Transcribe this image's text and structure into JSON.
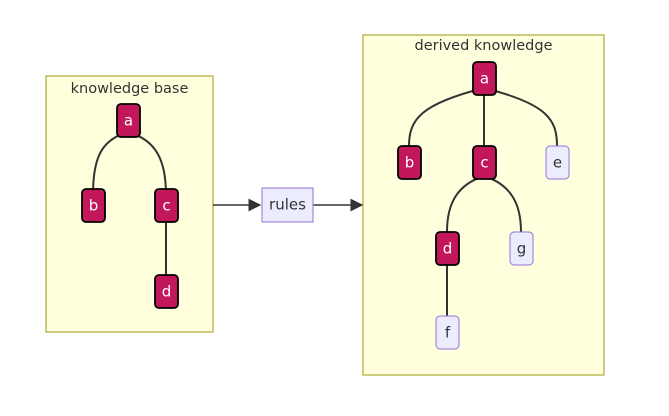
{
  "clusters": {
    "knowledge_base": {
      "title": "knowledge base"
    },
    "derived_knowledge": {
      "title": "derived knowledge"
    }
  },
  "nodes": {
    "kb_a": "a",
    "kb_b": "b",
    "kb_c": "c",
    "kb_d": "d",
    "rules": "rules",
    "dk_a": "a",
    "dk_b": "b",
    "dk_c": "c",
    "dk_d": "d",
    "dk_e": "e",
    "dk_f": "f",
    "dk_g": "g"
  },
  "edges": [
    [
      "kb_a",
      "kb_b"
    ],
    [
      "kb_a",
      "kb_c"
    ],
    [
      "kb_c",
      "kb_d"
    ],
    [
      "knowledge_base",
      "rules"
    ],
    [
      "rules",
      "derived_knowledge"
    ],
    [
      "dk_a",
      "dk_b"
    ],
    [
      "dk_a",
      "dk_c"
    ],
    [
      "dk_a",
      "dk_e"
    ],
    [
      "dk_c",
      "dk_d"
    ],
    [
      "dk_c",
      "dk_g"
    ],
    [
      "dk_d",
      "dk_f"
    ]
  ],
  "colors": {
    "known_fill": "#c2185b",
    "derived_fill": "#ececff",
    "cluster_fill": "#ffffde",
    "cluster_stroke": "#aaaa33",
    "derived_stroke": "#9370db"
  }
}
